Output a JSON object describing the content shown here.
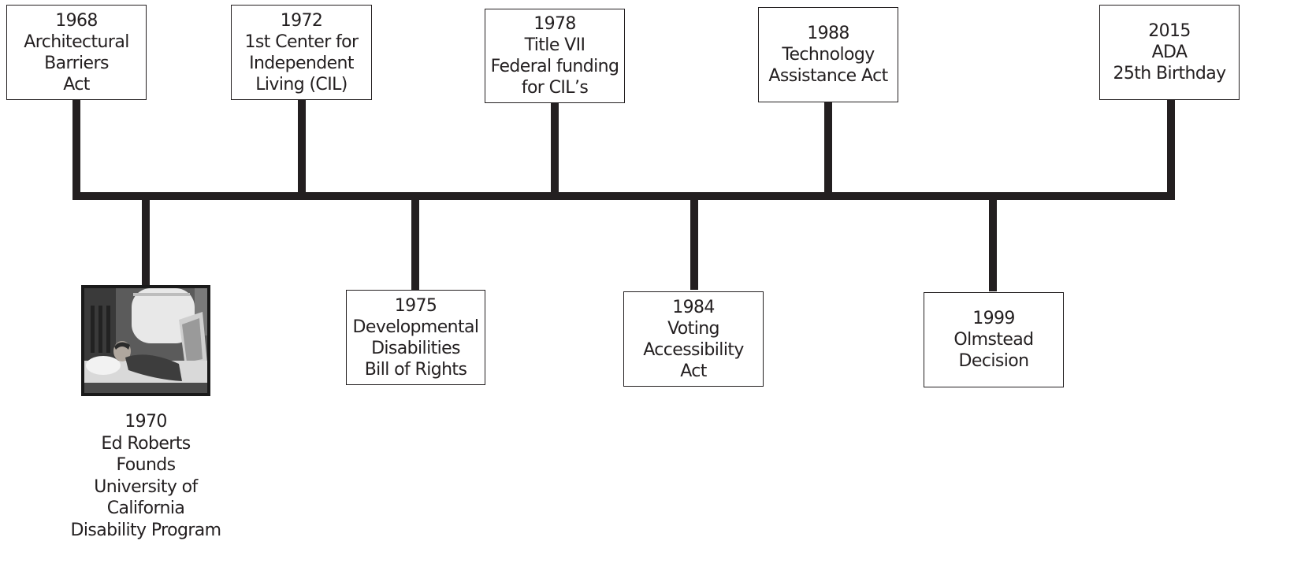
{
  "timeline": {
    "above": [
      {
        "lines": [
          "1968",
          "Architectural",
          "Barriers",
          "Act"
        ]
      },
      {
        "lines": [
          "1972",
          "1st Center for",
          "Independent",
          "Living (CIL)"
        ]
      },
      {
        "lines": [
          "1978",
          "Title VII",
          "Federal funding",
          "for CIL’s"
        ]
      },
      {
        "lines": [
          "1988",
          "Technology",
          "Assistance Act"
        ]
      },
      {
        "lines": [
          "2015",
          "ADA",
          "25th Birthday"
        ]
      }
    ],
    "below": [
      {
        "lines": [
          "1975",
          "Developmental",
          "Disabilities",
          "Bill of Rights"
        ]
      },
      {
        "lines": [
          "1984",
          "Voting",
          "Accessibility",
          "Act"
        ]
      },
      {
        "lines": [
          "1999",
          "Olmstead",
          "Decision"
        ]
      }
    ],
    "photo_event": {
      "lines": [
        "1970",
        "Ed Roberts",
        "Founds",
        "University of",
        "California",
        "Disability Program"
      ]
    }
  }
}
